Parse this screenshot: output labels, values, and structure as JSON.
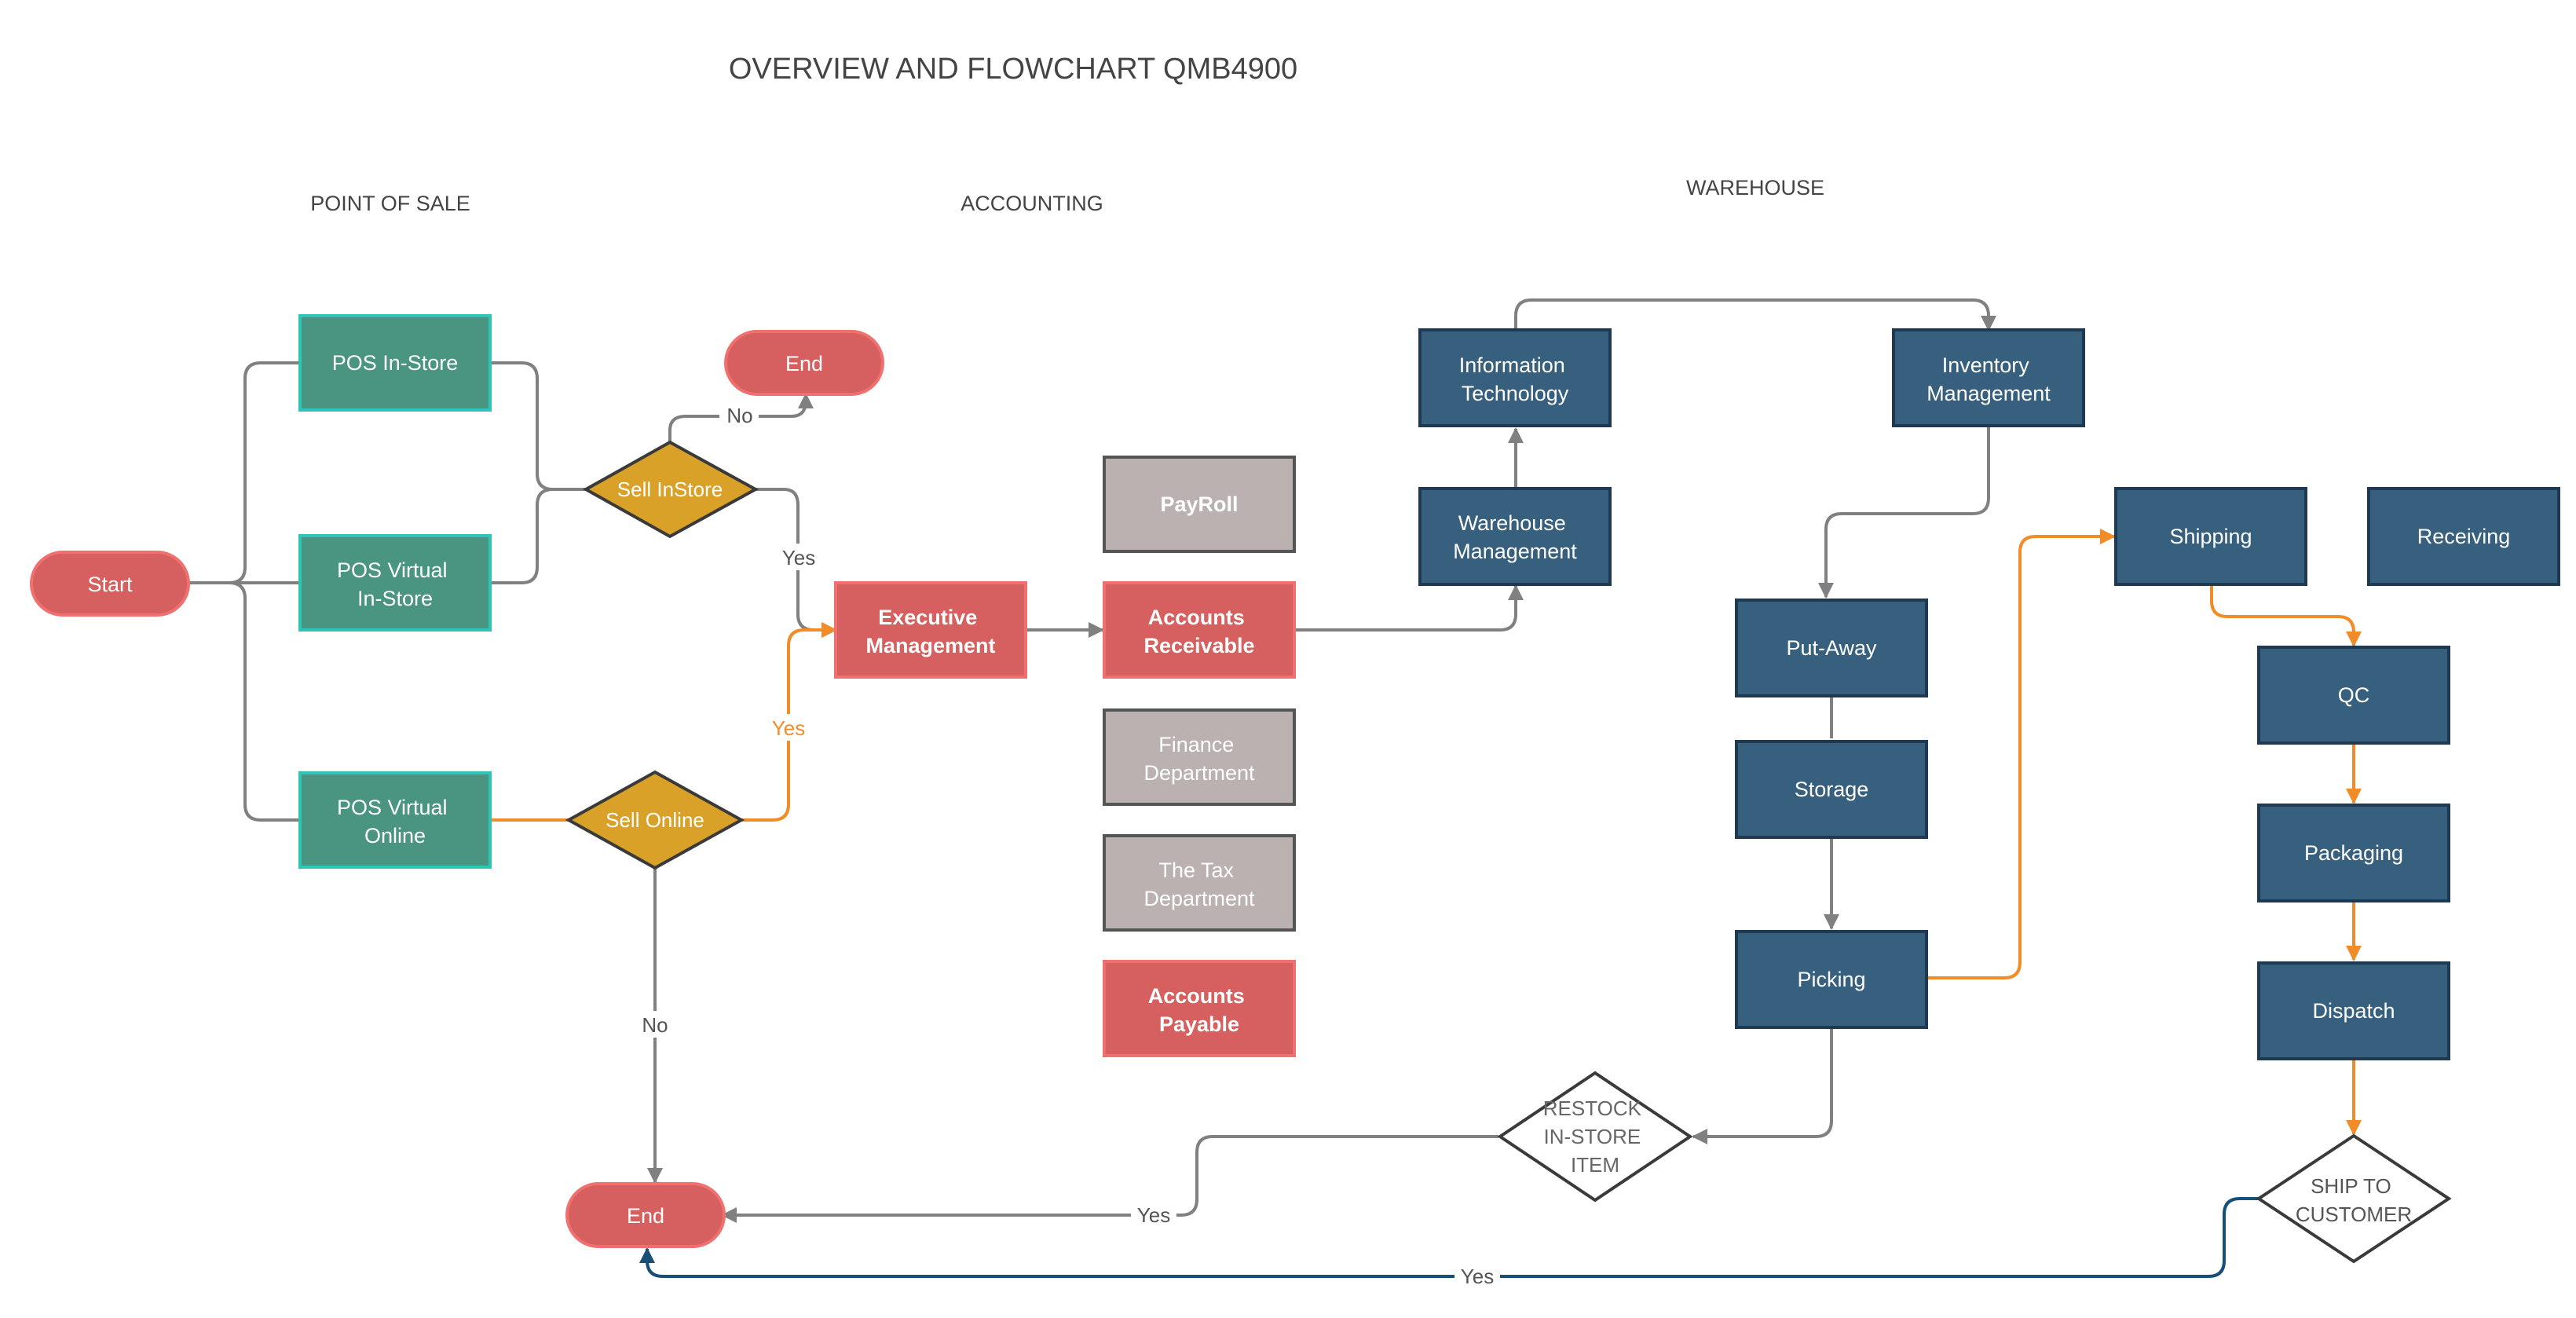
{
  "title": "OVERVIEW AND FLOWCHART  QMB4900",
  "sections": {
    "point_of_sale": "POINT OF SALE",
    "accounting": "ACCOUNTING",
    "warehouse": "WAREHOUSE"
  },
  "colors": {
    "teal": "#4a9482",
    "teal_border": "#2ec4b6",
    "red": "#d65f5f",
    "red_border": "#f07070",
    "gold": "#d9a128",
    "gray_box": "#bbb1b1",
    "navy": "#375f7e",
    "navy_border": "#1d3a52",
    "connector": "#808080",
    "orange": "#f28c28",
    "blue_connector": "#174f77",
    "text_dark": "#444444"
  },
  "nodes": {
    "start": {
      "label": "Start"
    },
    "pos_in_store": {
      "label": [
        "POS In-Store"
      ]
    },
    "pos_virtual_in_store": {
      "label": [
        "POS Virtual",
        "In-Store"
      ]
    },
    "pos_virtual_online": {
      "label": [
        "POS  Virtual",
        "Online"
      ]
    },
    "sell_instore": {
      "label": [
        "Sell InStore"
      ]
    },
    "sell_online": {
      "label": [
        "Sell Online"
      ]
    },
    "end_top": {
      "label": "End"
    },
    "end_bottom": {
      "label": "End"
    },
    "executive_management": {
      "label": [
        "Executive",
        "Management"
      ]
    },
    "payroll": {
      "label": [
        "PayRoll"
      ]
    },
    "accounts_receivable": {
      "label": [
        "Accounts",
        "Receivable"
      ]
    },
    "finance_department": {
      "label": [
        "Finance",
        "Department"
      ]
    },
    "tax_department": {
      "label": [
        "The Tax",
        "Department"
      ]
    },
    "accounts_payable": {
      "label": [
        "Accounts",
        "Payable"
      ]
    },
    "information_technology": {
      "label": [
        "Information",
        "Technology"
      ]
    },
    "inventory_management": {
      "label": [
        "Inventory",
        "Management"
      ]
    },
    "warehouse_management": {
      "label": [
        "Warehouse",
        "Management"
      ]
    },
    "put_away": {
      "label": [
        "Put-Away"
      ]
    },
    "storage": {
      "label": [
        "Storage"
      ]
    },
    "picking": {
      "label": [
        "Picking"
      ]
    },
    "restock": {
      "label": [
        "RESTOCK",
        "IN-STORE",
        "ITEM"
      ]
    },
    "shipping": {
      "label": [
        "Shipping"
      ]
    },
    "receiving": {
      "label": [
        "Receiving"
      ]
    },
    "qc": {
      "label": [
        "QC"
      ]
    },
    "packaging": {
      "label": [
        "Packaging"
      ]
    },
    "dispatch": {
      "label": [
        "Dispatch"
      ]
    },
    "ship_to_customer": {
      "label": [
        "SHIP TO",
        "CUSTOMER"
      ]
    }
  },
  "edge_labels": {
    "instore_no": "No",
    "instore_yes": "Yes",
    "online_yes": "Yes",
    "online_no": "No",
    "restock_yes": "Yes",
    "ship_yes": "Yes"
  }
}
